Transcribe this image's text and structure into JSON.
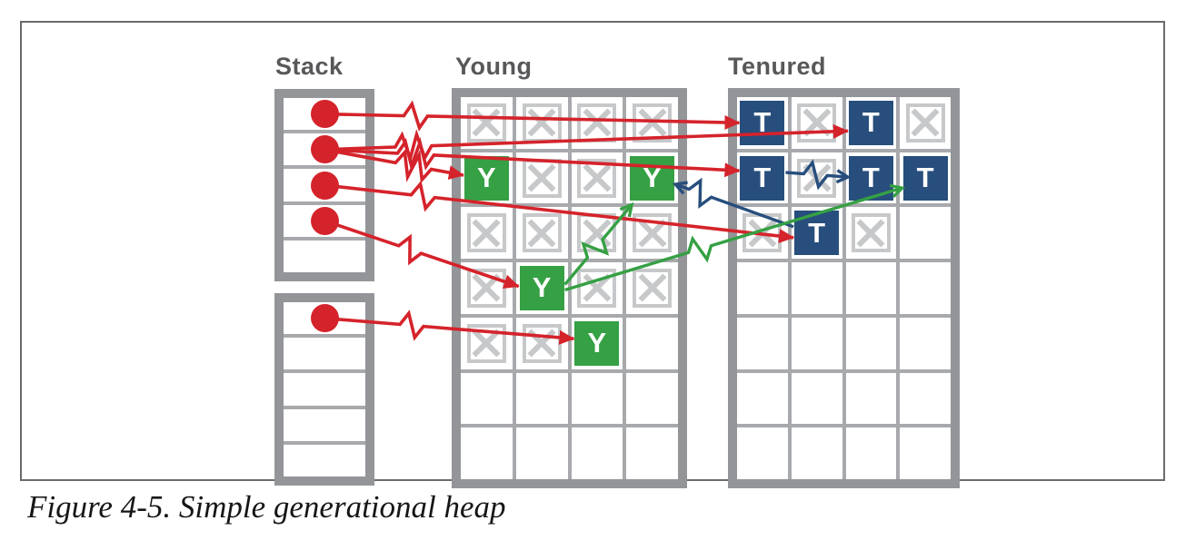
{
  "figure": {
    "caption": "Figure 4-5. Simple generational heap"
  },
  "palette": {
    "red": "#d5232b",
    "green": "#35a044",
    "navy": "#274e7d",
    "frame_gray": "#6a6b6d",
    "grid_border_gray": "#939598",
    "divider_gray": "#a7a9ac",
    "dead_cell_gray": "#c6c8ca",
    "label_gray": "#57585a"
  },
  "stack": {
    "label": "Stack",
    "segments": [
      {
        "cells": [
          "dot",
          "dot",
          "dot",
          "dot",
          "empty"
        ]
      },
      {
        "cells": [
          "dot",
          "empty",
          "empty",
          "empty",
          "empty"
        ]
      }
    ]
  },
  "young": {
    "label": "Young",
    "rows": [
      [
        "X",
        "X",
        "X",
        "X"
      ],
      [
        "Y",
        "X",
        "X",
        "Y"
      ],
      [
        "X",
        "X",
        "X",
        "X"
      ],
      [
        "X",
        "Y",
        "X",
        "X"
      ],
      [
        "X",
        "X",
        "Y",
        ""
      ],
      [
        "",
        "",
        "",
        ""
      ],
      [
        "",
        "",
        "",
        ""
      ]
    ]
  },
  "tenured": {
    "label": "Tenured",
    "rows": [
      [
        "T",
        "X",
        "T",
        "X"
      ],
      [
        "T",
        "X",
        "T",
        "T"
      ],
      [
        "X",
        "T",
        "X",
        ""
      ],
      [
        "",
        "",
        "",
        ""
      ],
      [
        "",
        "",
        "",
        ""
      ],
      [
        "",
        "",
        "",
        ""
      ],
      [
        "",
        "",
        "",
        ""
      ]
    ]
  },
  "references": [
    {
      "name": "root-to-tenured-1",
      "color": "red",
      "from": "stack:0:0",
      "to": "tenured:0:0",
      "to_side": "left",
      "jag_t": 0.22,
      "jags": 1
    },
    {
      "name": "root-to-tenured-2",
      "color": "red",
      "from": "stack:0:1",
      "to": "tenured:0:2",
      "to_side": "left",
      "to_dy": 9,
      "jag_t": 0.17,
      "jags": 2
    },
    {
      "name": "root-to-tenured-3",
      "color": "red",
      "from": "stack:0:1",
      "to": "tenured:1:0",
      "to_side": "left",
      "to_dy": -8,
      "jag_t": 0.22,
      "jags": 2
    },
    {
      "name": "root-to-young-1",
      "color": "red",
      "from": "stack:0:1",
      "to": "young:1:0",
      "to_side": "left",
      "to_dy": -3,
      "jag_t": 0.64,
      "jags": 2
    },
    {
      "name": "root-to-tenured-4",
      "color": "red",
      "from": "stack:0:2",
      "to": "tenured:2:1",
      "to_side": "left",
      "to_dy": 5,
      "jag_t": 0.21,
      "jags": 1
    },
    {
      "name": "root-to-young-2",
      "color": "red",
      "from": "stack:0:3",
      "to": "young:3:1",
      "to_side": "left",
      "to_dy": -2,
      "jag_t": 0.44,
      "jags": 1
    },
    {
      "name": "root-to-young-3",
      "color": "red",
      "from": "stack:1:0",
      "to": "young:4:2",
      "to_side": "left",
      "to_dy": -5,
      "jag_t": 0.35,
      "jags": 1
    },
    {
      "name": "tenured-to-tenured",
      "color": "navy",
      "from": "tenured:1:0",
      "from_side": "right",
      "from_dy": -6,
      "to": "tenured:1:2",
      "to_side": "left",
      "to_dy": -1,
      "jag_t": 0.48,
      "jags": 1
    },
    {
      "name": "tenured-to-young",
      "color": "navy",
      "from": "tenured:2:1",
      "from_side": "left",
      "from_dy": -7,
      "to": "young:1:3",
      "to_side": "right",
      "to_dy": 7,
      "jag_t": 0.79,
      "jags": 1
    },
    {
      "name": "young-to-young",
      "color": "green",
      "from": "young:3:1",
      "from_side": "right",
      "from_dy": -4,
      "to": "young:1:3",
      "to_side": "sw",
      "jag_t": 0.45,
      "jags": 1
    },
    {
      "name": "young-to-tenured",
      "color": "green",
      "from": "young:3:1",
      "from_side": "right",
      "from_dy": 2,
      "to": "tenured:1:3",
      "to_side": "left",
      "to_dy": 11,
      "jag_t": 0.4,
      "jags": 1
    }
  ]
}
